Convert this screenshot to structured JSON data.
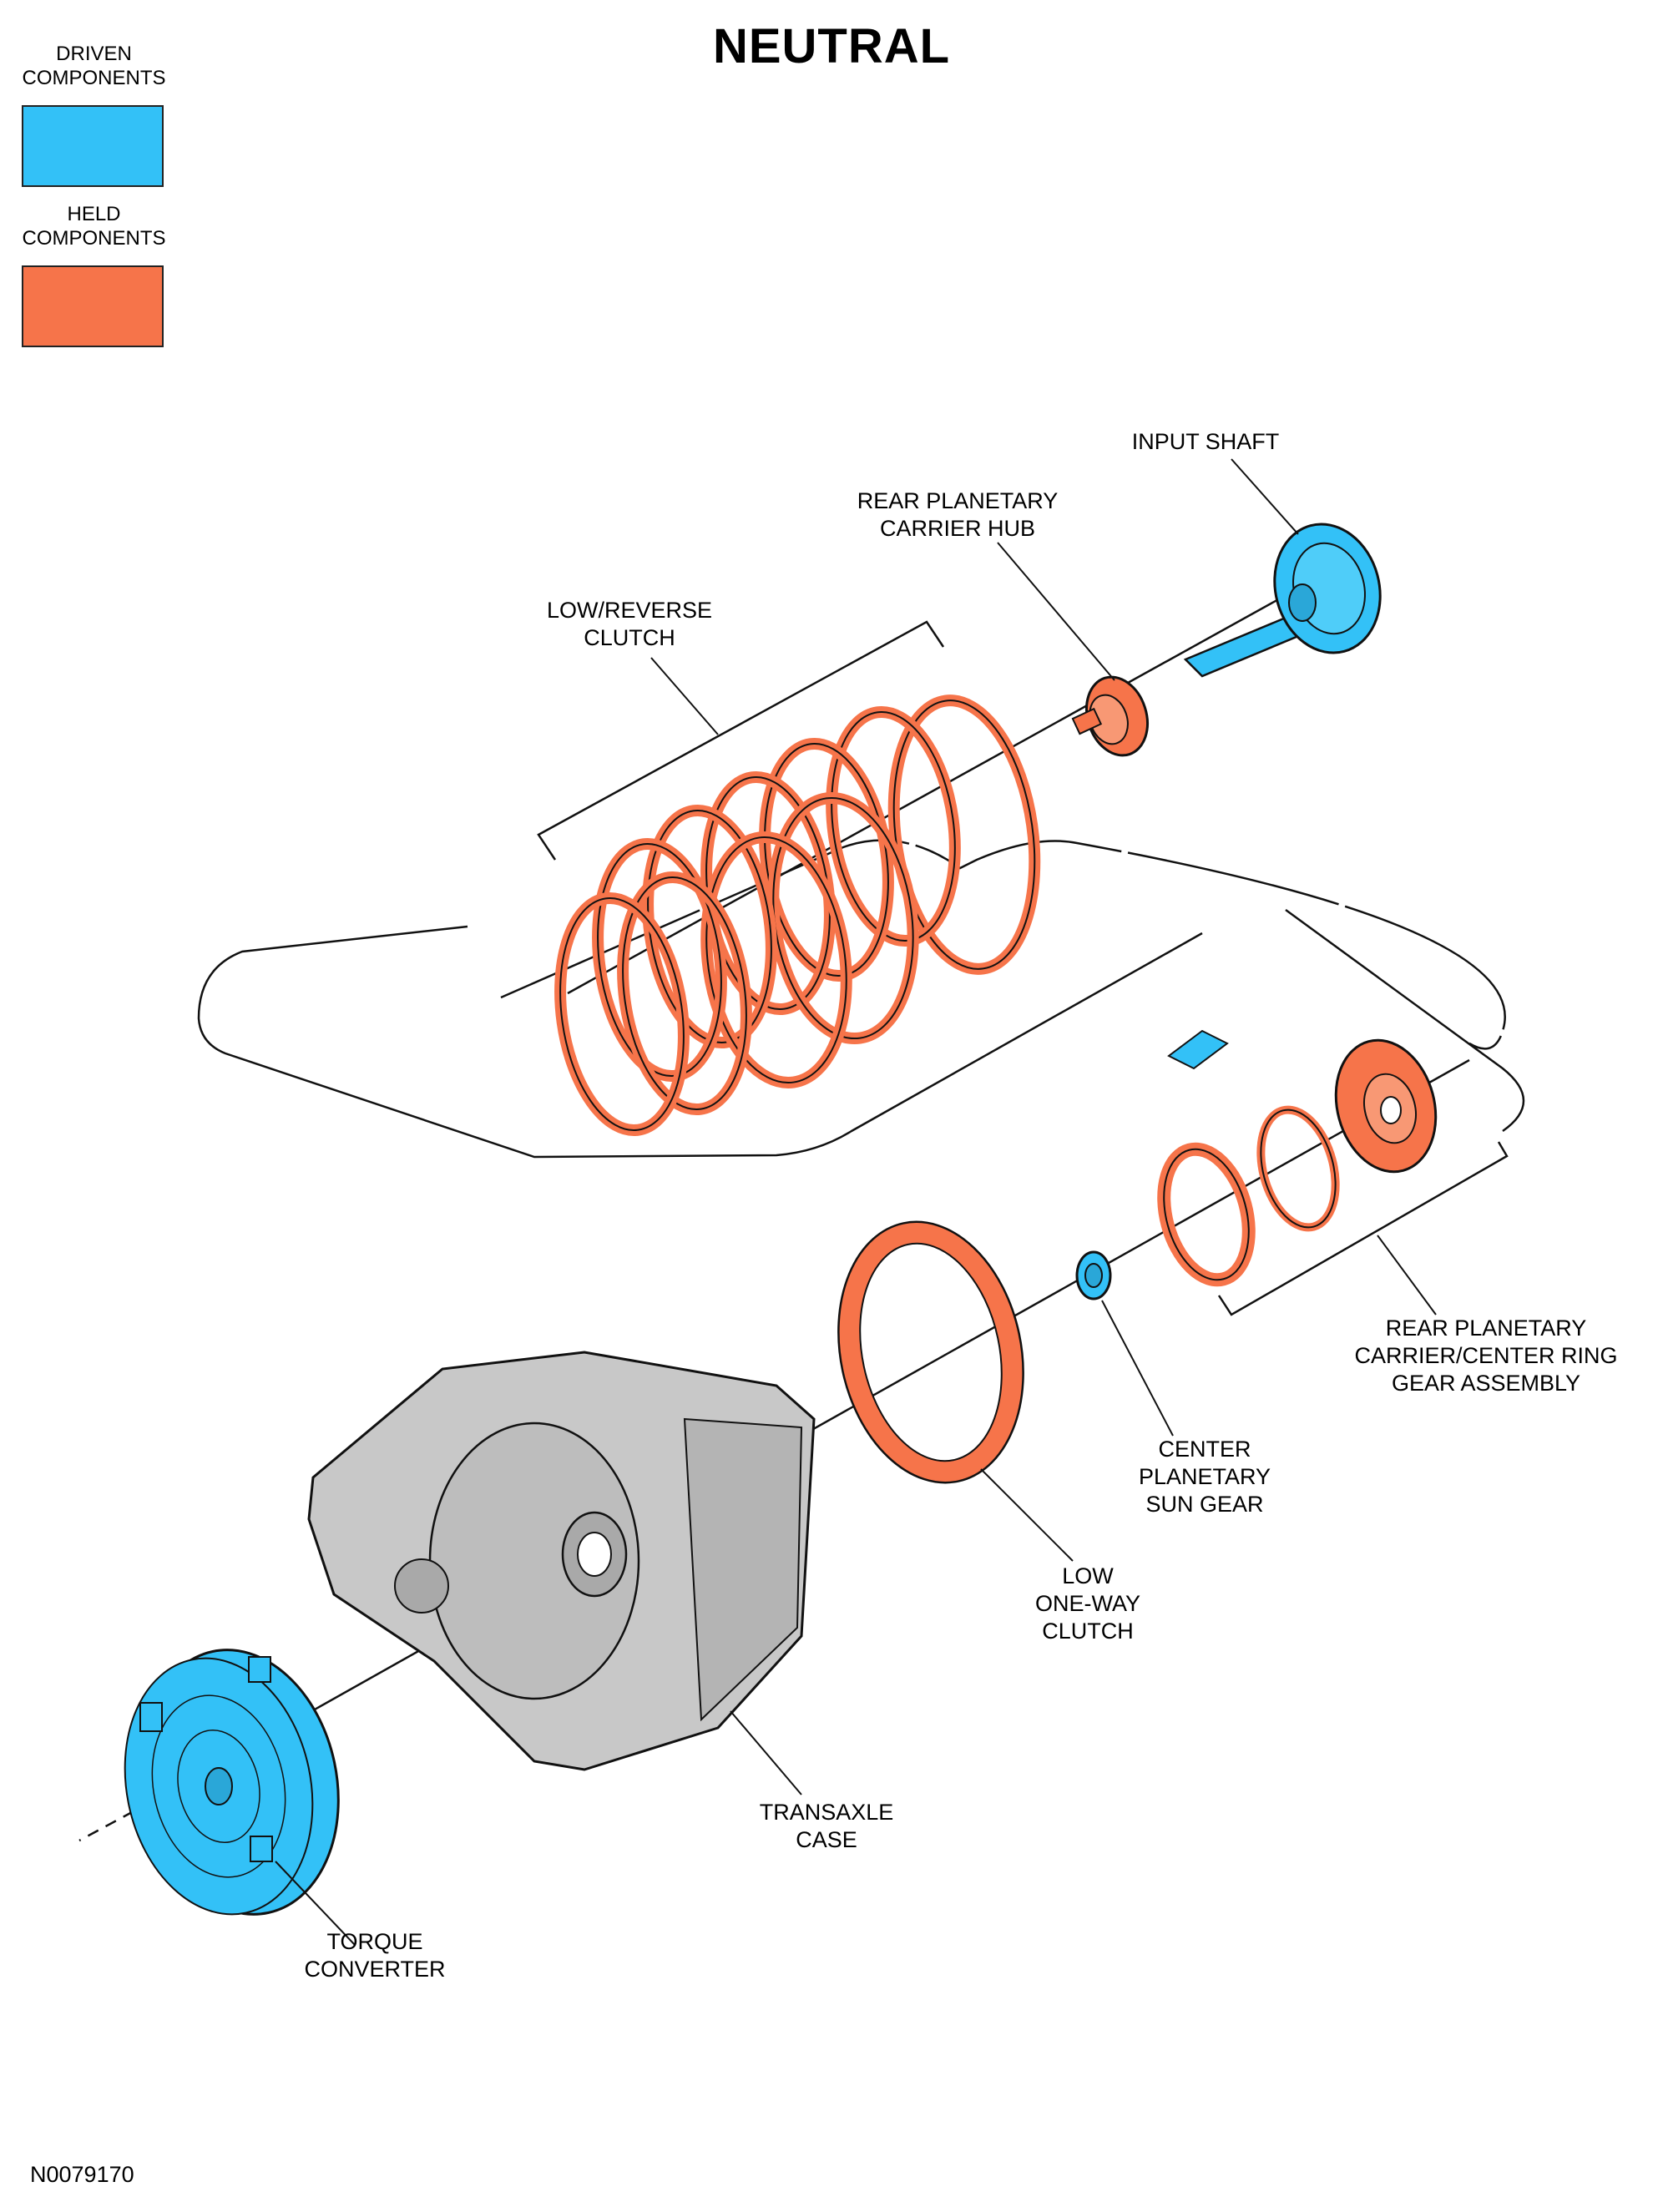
{
  "title": "NEUTRAL",
  "legend": {
    "driven": {
      "label_line1": "DRIVEN",
      "label_line2": "COMPONENTS",
      "color": "#33c1f7"
    },
    "held": {
      "label_line1": "HELD",
      "label_line2": "COMPONENTS",
      "color": "#f6744a"
    }
  },
  "labels": {
    "input_shaft": "INPUT SHAFT",
    "rear_planetary_carrier_hub": {
      "line1": "REAR PLANETARY",
      "line2": "CARRIER HUB"
    },
    "low_reverse_clutch": {
      "line1": "LOW/REVERSE",
      "line2": "CLUTCH"
    },
    "rear_planetary_carrier_ring": {
      "line1": "REAR PLANETARY",
      "line2": "CARRIER/CENTER RING",
      "line3": "GEAR ASSEMBLY"
    },
    "center_planetary_sun_gear": {
      "line1": "CENTER",
      "line2": "PLANETARY",
      "line3": "SUN GEAR"
    },
    "low_one_way_clutch": {
      "line1": "LOW",
      "line2": "ONE-WAY",
      "line3": "CLUTCH"
    },
    "transaxle_case": {
      "line1": "TRANSAXLE",
      "line2": "CASE"
    },
    "torque_converter": {
      "line1": "TORQUE",
      "line2": "CONVERTER"
    }
  },
  "figure_id": "N0079170",
  "colors": {
    "driven": "#33c1f7",
    "held": "#f6744a",
    "case": "#c8c8c8",
    "line": "#111111"
  }
}
